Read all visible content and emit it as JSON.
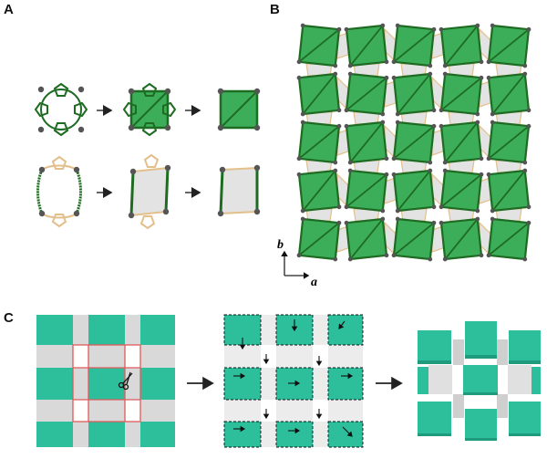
{
  "panels": {
    "a": {
      "label": "A"
    },
    "b": {
      "label": "B"
    },
    "c": {
      "label": "C"
    }
  },
  "axes": {
    "b_label": "b",
    "a_label": "a"
  },
  "colors": {
    "green_dark": "#1e6b22",
    "green_fill": "#3cae5a",
    "tan": "#e3bf8c",
    "gray_fill": "#e3e3e3",
    "node": "#555555",
    "teal": "#2dbf9c",
    "grid_gray": "#d9d9d9",
    "cut_red": "#e05a5a"
  }
}
